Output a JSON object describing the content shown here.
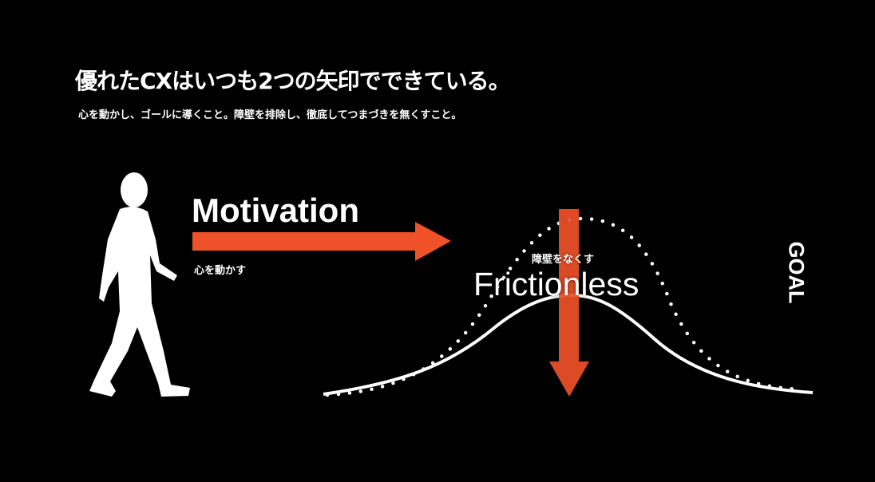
{
  "title": "優れたCXはいつも2つの矢印でできている。",
  "subtitle": "心を動かし、ゴールに導くこと。障壁を排除し、徹底してつまづきを無くすこと。",
  "motivation": {
    "label": "Motivation",
    "sub": "心を動かす"
  },
  "frictionless": {
    "label": "Frictionless",
    "sub": "障壁をなくす"
  },
  "goal": "GOAL",
  "colors": {
    "arrow": "#ef5128",
    "background": "#000000",
    "text": "#ffffff"
  },
  "icons": [
    "walking-person-icon",
    "right-arrow-icon",
    "down-arrow-icon"
  ]
}
